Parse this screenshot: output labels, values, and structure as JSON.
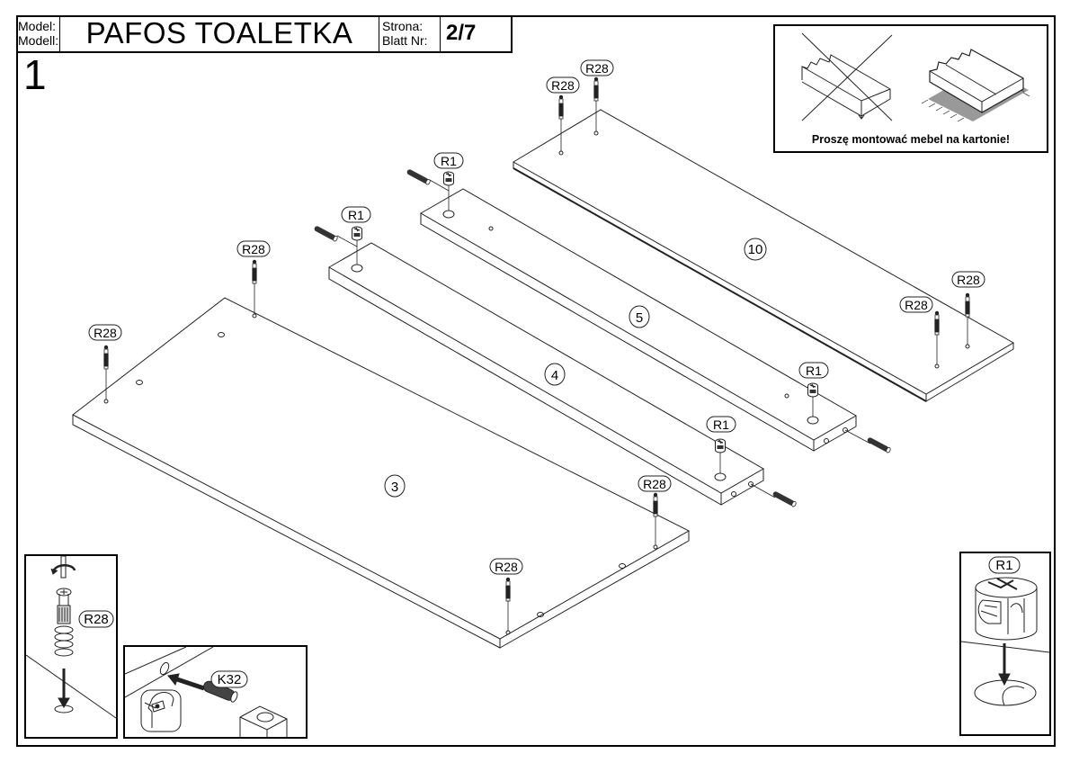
{
  "header": {
    "model_label_pl": "Model:",
    "model_label_de": "Modell:",
    "model_name": "PAFOS TOALETKA",
    "page_label_pl": "Strona:",
    "page_label_de": "Blatt Nr:",
    "page_number": "2/7"
  },
  "step_number": "1",
  "carton_warning": {
    "text": "Proszę montować mebel na kartonie!",
    "wrong_icon": "crossed-out-panel-icon",
    "right_icon": "panel-on-carton-icon"
  },
  "parts": [
    {
      "id": "3",
      "label": "3"
    },
    {
      "id": "4",
      "label": "4"
    },
    {
      "id": "5",
      "label": "5"
    },
    {
      "id": "10",
      "label": "10"
    }
  ],
  "fittings": {
    "r28": "R28",
    "r1": "R1",
    "k32": "K32"
  },
  "insets": {
    "r28_detail_label": "R28",
    "k32_detail_label": "K32",
    "r1_detail_label": "R1"
  }
}
